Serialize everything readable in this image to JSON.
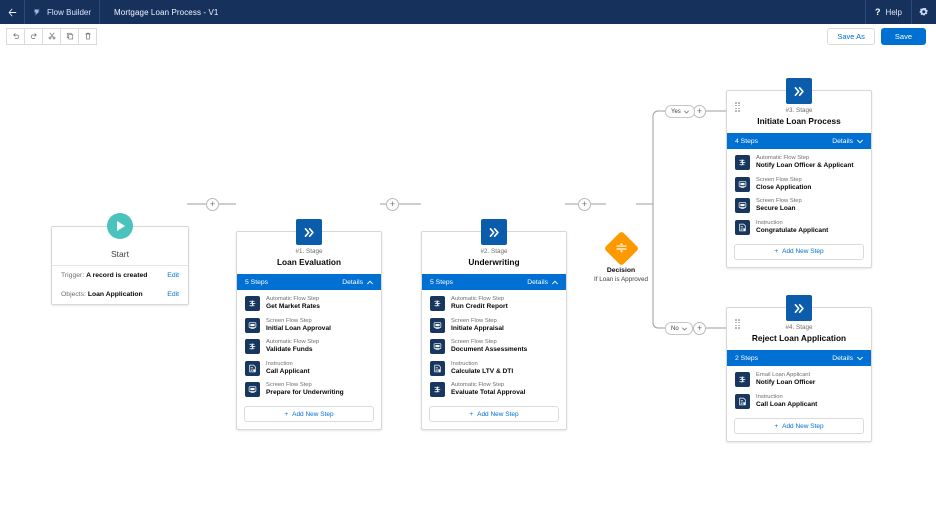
{
  "header": {
    "back_icon": "back-arrow-icon",
    "app_icon": "flow-builder-icon",
    "app_name": "Flow Builder",
    "flow_title": "Mortgage Loan Process - V1",
    "help_label": "Help",
    "help_icon": "question-mark-icon",
    "settings_icon": "gear-icon",
    "colors": {
      "bar": "#16325c",
      "accent": "#0070d2"
    }
  },
  "toolbar": {
    "tools": [
      {
        "name": "undo-button",
        "icon": "undo-icon"
      },
      {
        "name": "redo-button",
        "icon": "redo-icon"
      },
      {
        "name": "cut-button",
        "icon": "scissors-icon"
      },
      {
        "name": "copy-button",
        "icon": "copy-icon"
      },
      {
        "name": "delete-button",
        "icon": "trash-icon"
      }
    ],
    "save_as_label": "Save As",
    "save_label": "Save"
  },
  "canvas": {
    "start": {
      "title": "Start",
      "icon": "play-icon",
      "rows": [
        {
          "label": "Trigger:",
          "value": "A record is created",
          "action": "Edit"
        },
        {
          "label": "Objects:",
          "value": "Loan Application",
          "action": "Edit"
        }
      ]
    },
    "decision": {
      "icon": "decision-filter-icon",
      "title": "Decision",
      "subtitle": "If Loan is Approved",
      "color": "#ff9900",
      "branches": [
        {
          "label": "Yes",
          "chevron": "chevron-down-icon"
        },
        {
          "label": "No",
          "chevron": "chevron-down-icon"
        }
      ]
    },
    "add_step_label": "Add New Step",
    "details_label": "Details",
    "stages": [
      {
        "id": "stage-1",
        "number": "#1. Stage",
        "name": "Loan Evaluation",
        "steps_count": "5 Steps",
        "expanded": true,
        "chevron": "chevron-up-icon",
        "has_drag_handle": false,
        "steps": [
          {
            "type": "Automatic Flow Step",
            "name": "Get Market Rates",
            "icon": "automatic-flow-icon"
          },
          {
            "type": "Screen Flow Step",
            "name": "Initial Loan Approval",
            "icon": "screen-flow-icon"
          },
          {
            "type": "Automatic Flow Step",
            "name": "Validate Funds",
            "icon": "automatic-flow-icon"
          },
          {
            "type": "Instruction",
            "name": "Call Applicant",
            "icon": "instruction-icon"
          },
          {
            "type": "Screen Flow Step",
            "name": "Prepare for Underwriting",
            "icon": "screen-flow-icon"
          }
        ]
      },
      {
        "id": "stage-2",
        "number": "#2. Stage",
        "name": "Underwriting",
        "steps_count": "5 Steps",
        "expanded": true,
        "chevron": "chevron-up-icon",
        "has_drag_handle": false,
        "steps": [
          {
            "type": "Automatic Flow Step",
            "name": "Run Credit Report",
            "icon": "automatic-flow-icon"
          },
          {
            "type": "Screen Flow Step",
            "name": "Initiate Appraisal",
            "icon": "screen-flow-icon"
          },
          {
            "type": "Screen Flow Step",
            "name": "Document Assessments",
            "icon": "screen-flow-icon"
          },
          {
            "type": "Instruction",
            "name": "Calculate LTV & DTI",
            "icon": "instruction-icon"
          },
          {
            "type": "Automatic Flow Step",
            "name": "Evaluate Total Approval",
            "icon": "automatic-flow-icon"
          }
        ]
      },
      {
        "id": "stage-3",
        "number": "#3. Stage",
        "name": "Initiate Loan Process",
        "steps_count": "4 Steps",
        "expanded": false,
        "chevron": "chevron-down-icon",
        "has_drag_handle": true,
        "steps": [
          {
            "type": "Automatic Flow Step",
            "name": "Notify Loan Officer & Applicant",
            "icon": "automatic-flow-icon"
          },
          {
            "type": "Screen Flow Step",
            "name": "Close Application",
            "icon": "screen-flow-icon"
          },
          {
            "type": "Screen Flow Step",
            "name": "Secure Loan",
            "icon": "screen-flow-icon"
          },
          {
            "type": "Instruction",
            "name": "Congratulate Applicant",
            "icon": "instruction-icon"
          }
        ]
      },
      {
        "id": "stage-4",
        "number": "#4. Stage",
        "name": "Reject Loan Application",
        "steps_count": "2 Steps",
        "expanded": false,
        "chevron": "chevron-down-icon",
        "has_drag_handle": true,
        "steps": [
          {
            "type": "Email Loan Applicant",
            "name": "Notify Loan Officer",
            "icon": "automatic-flow-icon"
          },
          {
            "type": "Instruction",
            "name": "Call Loan Applicant",
            "icon": "instruction-icon"
          }
        ]
      }
    ]
  }
}
